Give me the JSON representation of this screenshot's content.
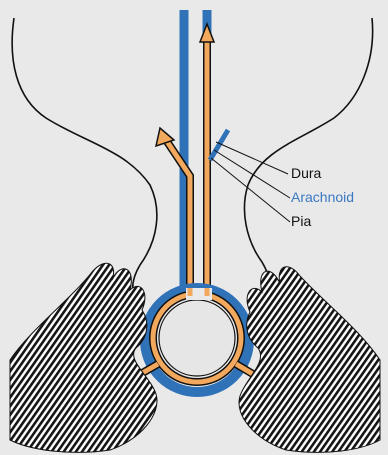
{
  "labels": {
    "dura": "Dura",
    "arachnoid": "Arachnoid",
    "pia": "Pia"
  },
  "colors": {
    "background": "#e9e9ea",
    "outline": "#111111",
    "dura_blue": "#2f72b8",
    "pia_orange": "#f2a95e",
    "arachnoid_text": "#3a78c2"
  }
}
